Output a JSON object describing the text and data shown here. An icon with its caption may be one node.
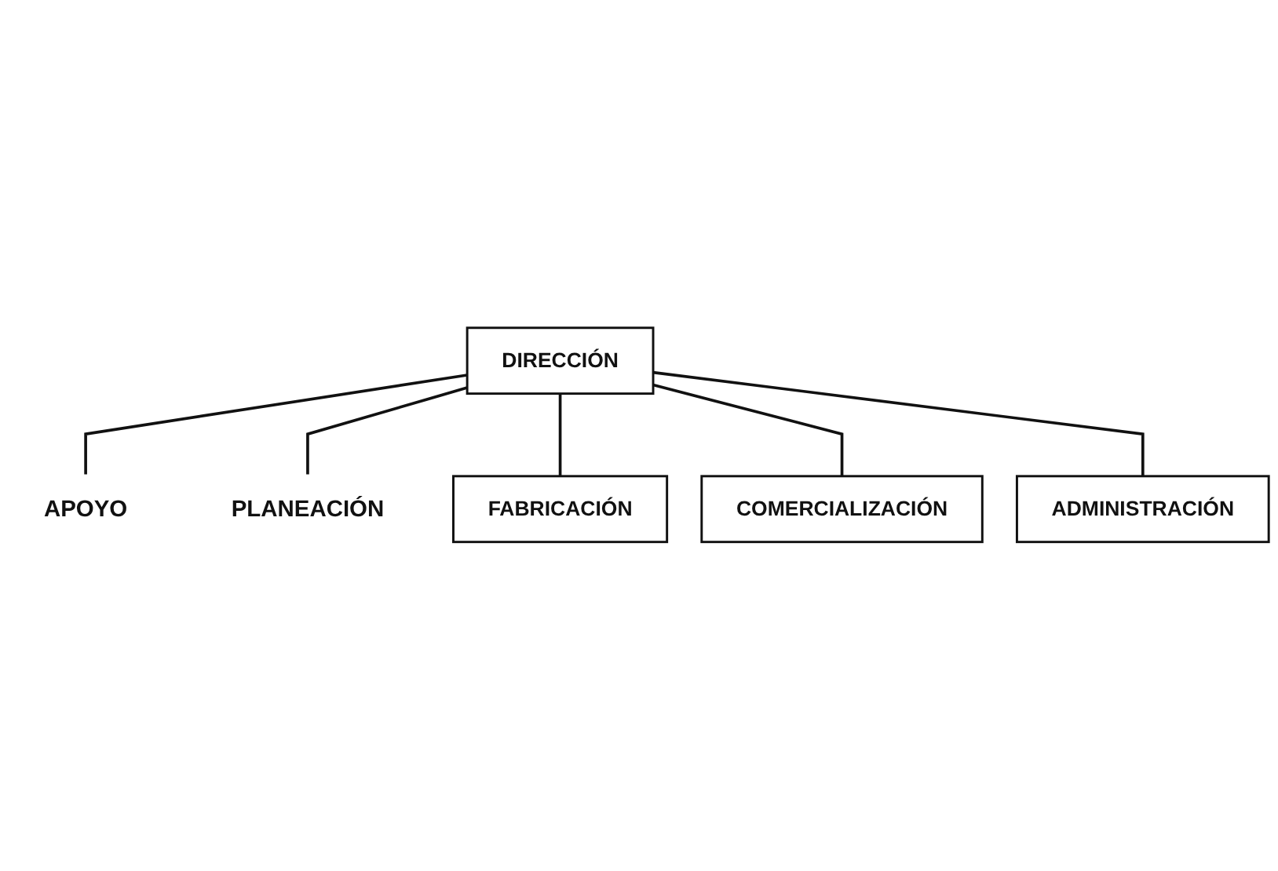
{
  "diagram": {
    "nodes": [
      {
        "text": [
          "DIRECCIÓN"
        ]
      },
      {
        "text": [
          "APOYO"
        ]
      },
      {
        "text": [
          "PLANEACIÓN"
        ]
      },
      {
        "text": [
          "FABRICACIÓN"
        ]
      },
      {
        "text": [
          "COMERCIALIZACIÓN"
        ]
      },
      {
        "text": [
          "ADMINISTRACIÓN"
        ]
      }
    ],
    "edges": [
      {
        "from": 0,
        "to": 1,
        "arrow": "none"
      },
      {
        "from": 0,
        "to": 2,
        "arrow": "none"
      },
      {
        "from": 0,
        "to": 3,
        "arrow": "none"
      },
      {
        "from": 0,
        "to": 4,
        "arrow": "none"
      },
      {
        "from": 0,
        "to": 5,
        "arrow": "none"
      }
    ]
  }
}
